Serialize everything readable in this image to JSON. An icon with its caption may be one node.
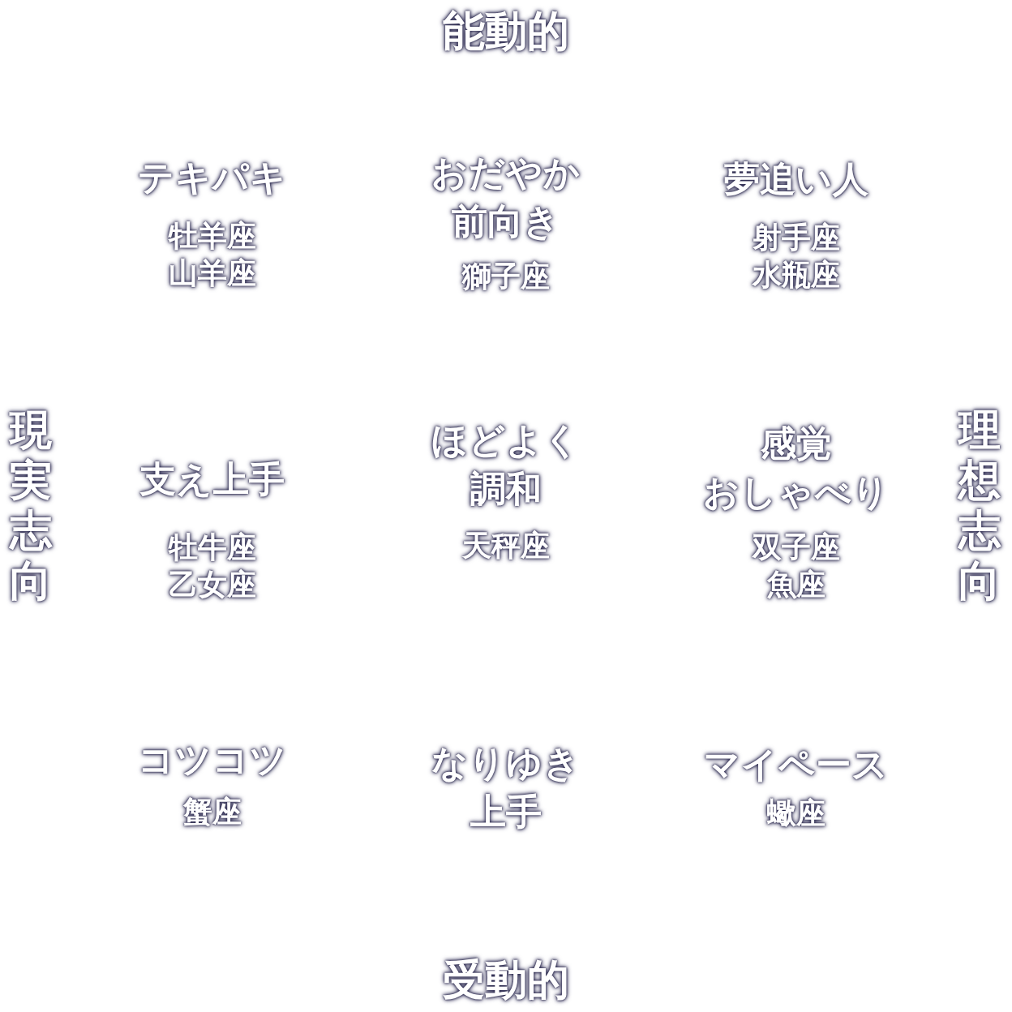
{
  "diagram": {
    "labels": [
      "能動的",
      "テキパキ",
      "牡羊座",
      "山羊座",
      "おだやか前向き",
      "獅子座",
      "夢追い人",
      "射手座",
      "水瓶座",
      "現実志向",
      "支え上手",
      "牡牛座",
      "乙女座",
      "ほどよく調和",
      "天秤座",
      "感覚おしゃべり",
      "双子座",
      "魚座",
      "理想志向",
      "コツコツ",
      "蟹座",
      "なりゆき上手",
      "マイペース",
      "蠍座",
      "受動的"
    ]
  }
}
